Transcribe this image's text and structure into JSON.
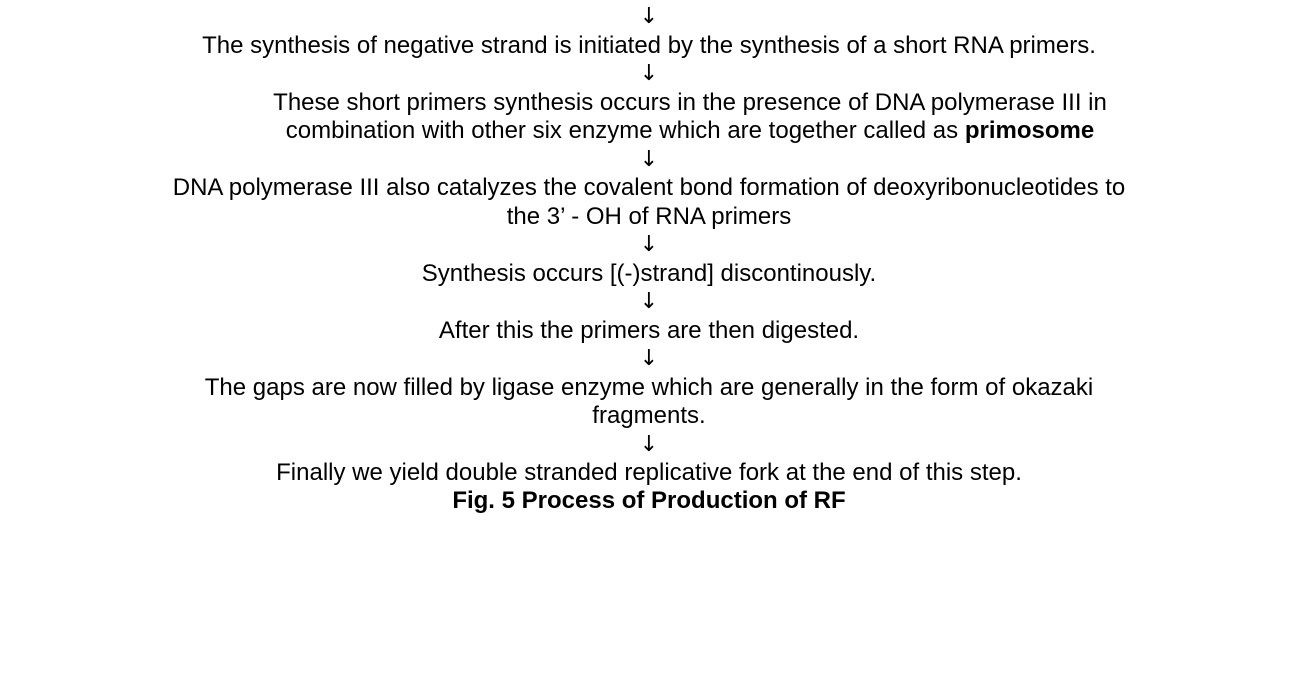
{
  "arrow_glyph": "↓",
  "steps": [
    {
      "text": "The synthesis of negative strand is initiated by the synthesis of a short RNA primers."
    },
    {
      "line1": "These short primers synthesis occurs in the presence of DNA polymerase III in",
      "line2_pre": "combination with other six enzyme which are  together called as ",
      "line2_bold": "primosome"
    },
    {
      "line1": "DNA polymerase III also catalyzes the covalent bond formation of deoxyribonucleotides to",
      "line2": "the 3’ - OH of RNA primers"
    },
    {
      "text": "Synthesis occurs [(-)strand] discontinously."
    },
    {
      "text": "After this the primers are then digested."
    },
    {
      "line1": "The gaps are now filled by ligase enzyme which are generally in the form of okazaki",
      "line2": "fragments."
    },
    {
      "text": "Finally we yield double stranded replicative fork at the end of this step."
    }
  ],
  "caption": "Fig. 5 Process of Production of RF"
}
